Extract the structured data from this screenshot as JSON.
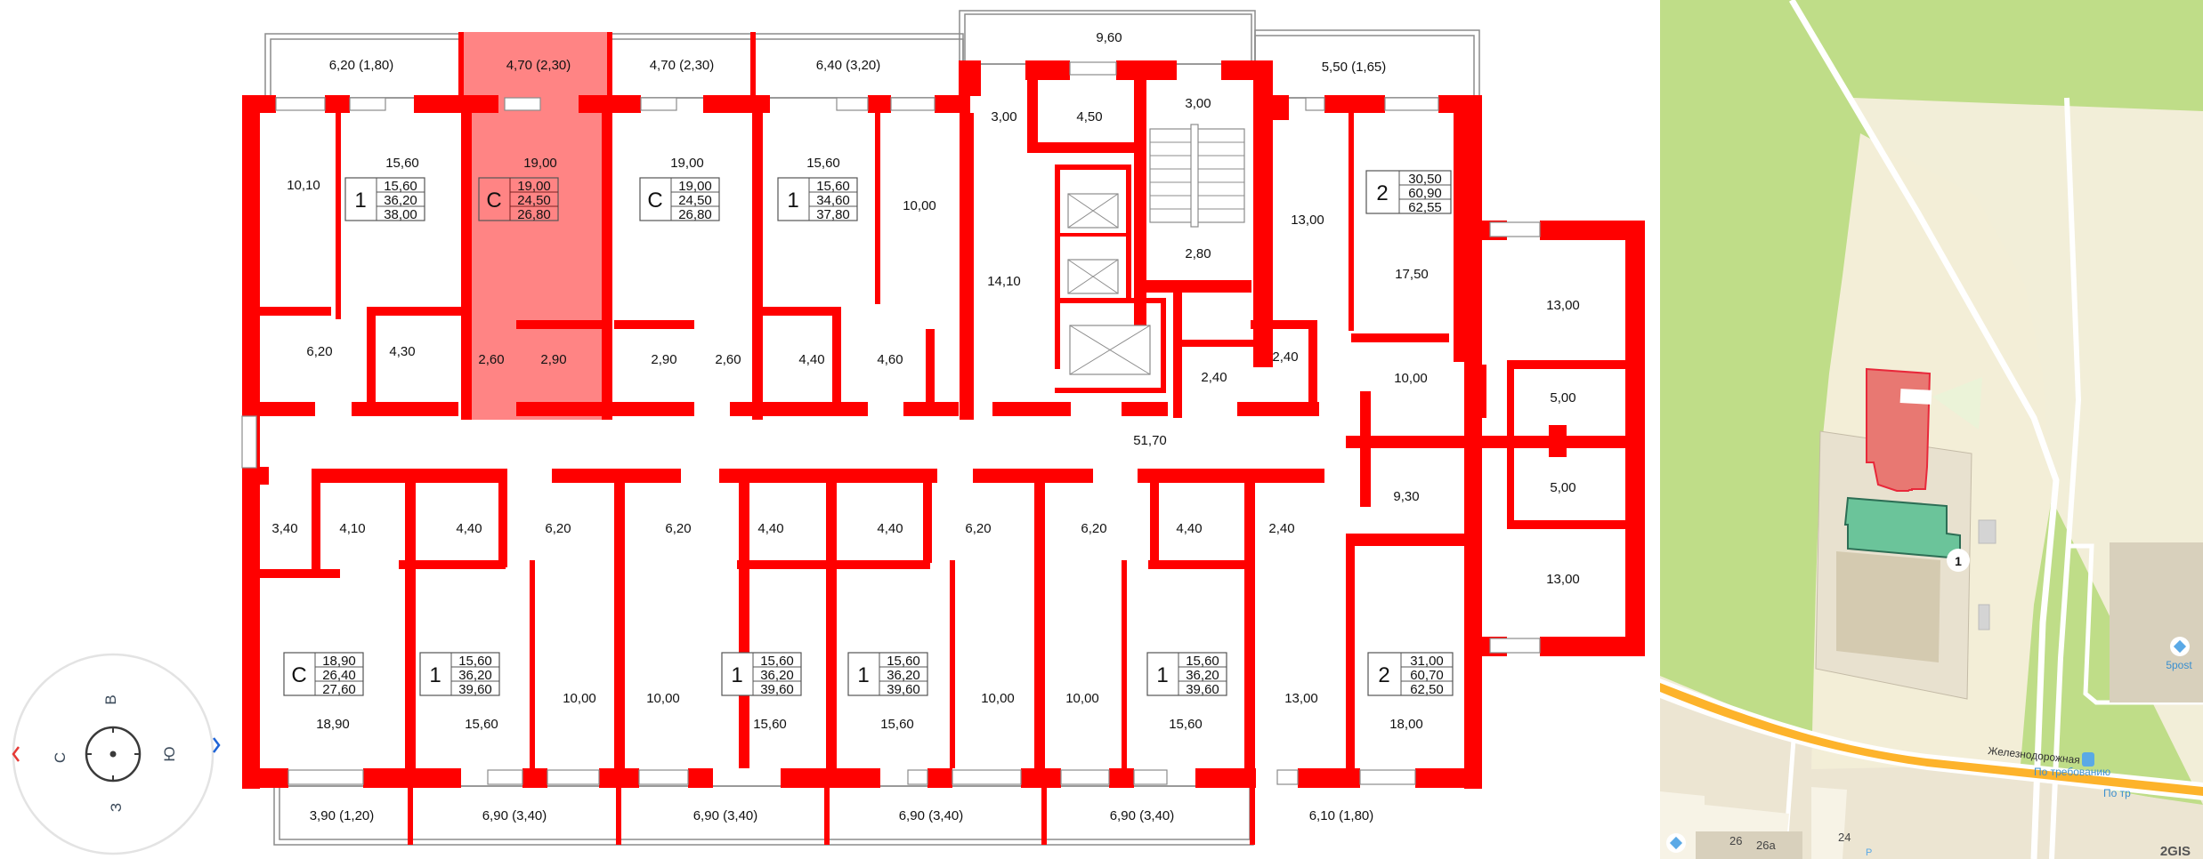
{
  "floor_plan": {
    "highlight_color": "#ff6e6e",
    "wall_color": "#ff0000",
    "balconies_top": [
      {
        "label": "6,20 (1,80)"
      },
      {
        "label": "4,70 (2,30)"
      },
      {
        "label": "4,70 (2,30)"
      },
      {
        "label": "6,40 (3,20)"
      },
      {
        "label": "9,60"
      },
      {
        "label": "5,50 (1,65)"
      }
    ],
    "balconies_bottom": [
      {
        "label": "3,90 (1,20)"
      },
      {
        "label": "6,90 (3,40)"
      },
      {
        "label": "6,90 (3,40)"
      },
      {
        "label": "6,90 (3,40)"
      },
      {
        "label": "6,90 (3,40)"
      },
      {
        "label": "6,10 (1,80)"
      }
    ],
    "apartments": [
      {
        "type": "1",
        "living": "15,60",
        "total": "36,20",
        "total_with_balcony": "38,00",
        "selected": false
      },
      {
        "type": "С",
        "living": "19,00",
        "total": "24,50",
        "total_with_balcony": "26,80",
        "selected": true
      },
      {
        "type": "С",
        "living": "19,00",
        "total": "24,50",
        "total_with_balcony": "26,80",
        "selected": false
      },
      {
        "type": "1",
        "living": "15,60",
        "total": "34,60",
        "total_with_balcony": "37,80",
        "selected": false
      },
      {
        "type": "2",
        "living": "30,50",
        "total": "60,90",
        "total_with_balcony": "62,55",
        "selected": false
      },
      {
        "type": "С",
        "living": "18,90",
        "total": "26,40",
        "total_with_balcony": "27,60",
        "selected": false
      },
      {
        "type": "1",
        "living": "15,60",
        "total": "36,20",
        "total_with_balcony": "39,60",
        "selected": false
      },
      {
        "type": "1",
        "living": "15,60",
        "total": "36,20",
        "total_with_balcony": "39,60",
        "selected": false
      },
      {
        "type": "1",
        "living": "15,60",
        "total": "36,20",
        "total_with_balcony": "39,60",
        "selected": false
      },
      {
        "type": "1",
        "living": "15,60",
        "total": "36,20",
        "total_with_balcony": "39,60",
        "selected": false
      },
      {
        "type": "2",
        "living": "31,00",
        "total": "60,70",
        "total_with_balcony": "62,50",
        "selected": false
      }
    ],
    "rooms_top": [
      {
        "label": "10,10"
      },
      {
        "label": "15,60"
      },
      {
        "label": "6,20"
      },
      {
        "label": "4,30"
      },
      {
        "label": "19,00"
      },
      {
        "label": "2,60"
      },
      {
        "label": "2,90"
      },
      {
        "label": "19,00"
      },
      {
        "label": "2,90"
      },
      {
        "label": "2,60"
      },
      {
        "label": "15,60"
      },
      {
        "label": "4,40"
      },
      {
        "label": "10,00"
      },
      {
        "label": "4,60"
      },
      {
        "label": "3,00"
      },
      {
        "label": "4,50"
      },
      {
        "label": "14,10"
      },
      {
        "label": "3,00"
      },
      {
        "label": "2,80"
      },
      {
        "label": "2,40"
      },
      {
        "label": "13,00"
      },
      {
        "label": "2,40"
      },
      {
        "label": "17,50"
      },
      {
        "label": "10,00"
      },
      {
        "label": "13,00"
      },
      {
        "label": "5,00"
      }
    ],
    "corridor": {
      "label": "51,70"
    },
    "rooms_bottom": [
      {
        "label": "3,40"
      },
      {
        "label": "4,10"
      },
      {
        "label": "18,90"
      },
      {
        "label": "4,40"
      },
      {
        "label": "6,20"
      },
      {
        "label": "15,60"
      },
      {
        "label": "10,00"
      },
      {
        "label": "6,20"
      },
      {
        "label": "10,00"
      },
      {
        "label": "4,40"
      },
      {
        "label": "15,60"
      },
      {
        "label": "4,40"
      },
      {
        "label": "15,60"
      },
      {
        "label": "6,20"
      },
      {
        "label": "10,00"
      },
      {
        "label": "6,20"
      },
      {
        "label": "10,00"
      },
      {
        "label": "4,40"
      },
      {
        "label": "15,60"
      },
      {
        "label": "2,40"
      },
      {
        "label": "13,00"
      },
      {
        "label": "9,30"
      },
      {
        "label": "18,00"
      },
      {
        "label": "5,00"
      },
      {
        "label": "13,00"
      }
    ]
  },
  "compass": {
    "north": "С",
    "east": "В",
    "south": "Ю",
    "west": "З",
    "rotate_left_icon": "chevron-left",
    "rotate_right_icon": "chevron-right",
    "left_color": "#e53935",
    "right_color": "#1e63d6"
  },
  "map": {
    "street_name": "Железнодорожная",
    "bus_stop_label": "По требованию",
    "bus_stop_label_2": "По тр",
    "poi_label": "5post",
    "marker_number": "1",
    "house_numbers": [
      "26",
      "26а",
      "24"
    ],
    "parking_label": "P",
    "logo": "2GIS",
    "colors": {
      "park": "#bfdd88",
      "ground": "#efe9d6",
      "road_main": "#fdb32b",
      "selected_building": "#e87872",
      "highlighted_building": "#6bc49a"
    }
  }
}
